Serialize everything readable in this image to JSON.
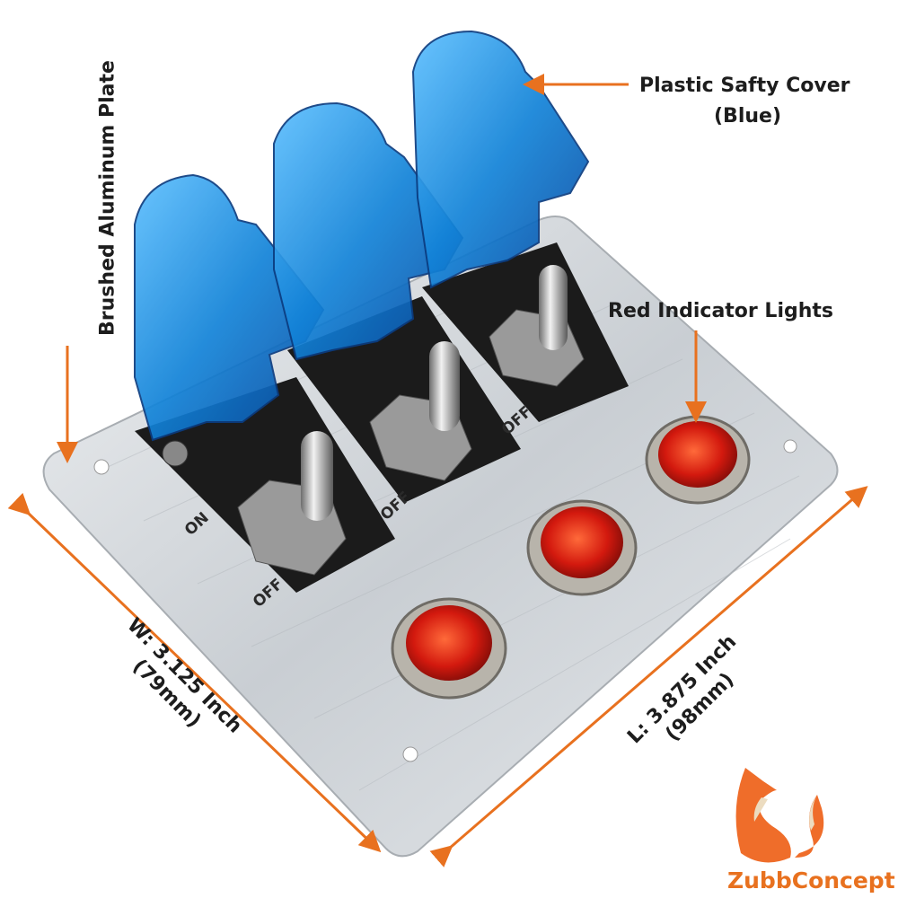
{
  "annotations": {
    "cover": {
      "line1": "Plastic Safty Cover",
      "line2": "(Blue)"
    },
    "lights": "Red Indicator Lights",
    "plate": "Brushed Aluminum Plate",
    "width": {
      "line1": "W: 3.125 Inch",
      "line2": "(79mm)"
    },
    "length": {
      "line1": "L: 3.875 Inch",
      "line2": "(98mm)"
    }
  },
  "plate_labels": {
    "on": "ON",
    "off1": "OFF",
    "off2": "OFF",
    "off3": "OFF"
  },
  "brand": {
    "name": "ZubbConcept"
  },
  "colors": {
    "accent": "#e8711f",
    "cover": "#1e8fe0",
    "light": "#d01a10",
    "plate": "#d9dde0"
  }
}
